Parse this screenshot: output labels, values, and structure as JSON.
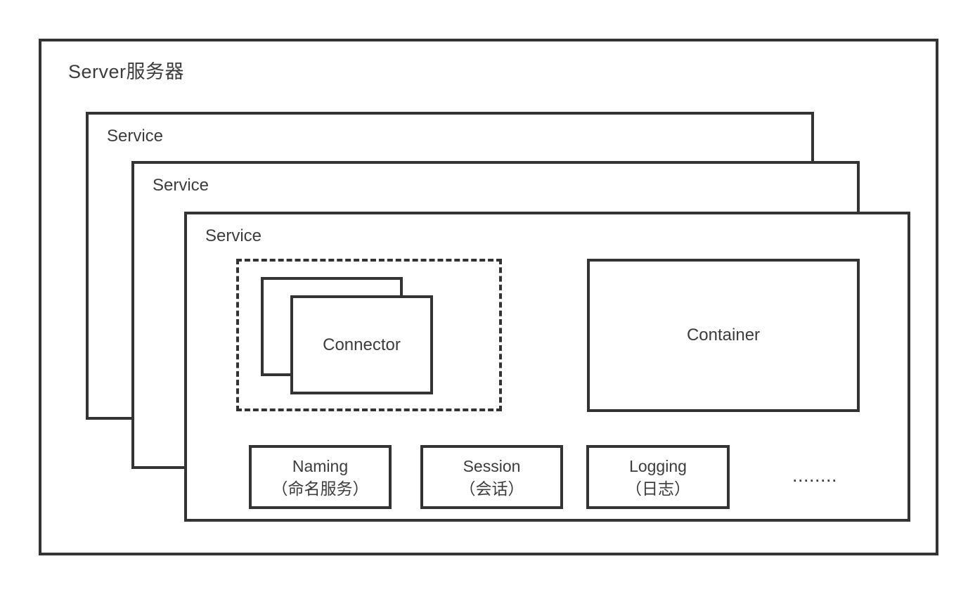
{
  "colors": {
    "line": "#333335",
    "text": "#3c3c3e",
    "background": "#ffffff"
  },
  "server": {
    "title": "Server服务器"
  },
  "services": [
    {
      "label": "Service"
    },
    {
      "label": "Service"
    },
    {
      "label": "Service"
    }
  ],
  "connector_group": {
    "front_label": "Connector"
  },
  "container": {
    "label": "Container"
  },
  "components": [
    {
      "line1": "Naming",
      "line2": "（命名服务）"
    },
    {
      "line1": "Session",
      "line2": "（会话）"
    },
    {
      "line1": "Logging",
      "line2": "（日志）"
    }
  ],
  "ellipsis": "........"
}
